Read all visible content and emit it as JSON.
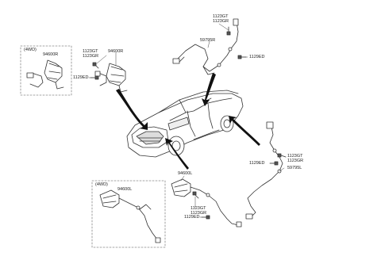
{
  "labels": {
    "wd4_tag": "(4WD)",
    "wd4_tag_lower": "(4WD)",
    "part_94600R_box": "94600R",
    "part_1123GT_front": "1123GT",
    "part_1123GR_front": "1123GR",
    "part_94600R": "94600R",
    "part_1129ED_front": "1129ED",
    "part_1123GT_top": "1123GT",
    "part_1123GR_top": "1123GR",
    "part_59795R": "59795R",
    "part_1129ED_top": "1129ED",
    "part_1123GT_right": "1123GT",
    "part_1123GR_right": "1123GR",
    "part_1129ED_right": "1129ED",
    "part_59795L": "59795L",
    "part_94600L_box": "94600L",
    "part_94600L": "94600L",
    "part_1123GT_bottom": "1123GT",
    "part_1123GR_bottom": "1123GR",
    "part_1129ED_bottom": "1129ED"
  }
}
